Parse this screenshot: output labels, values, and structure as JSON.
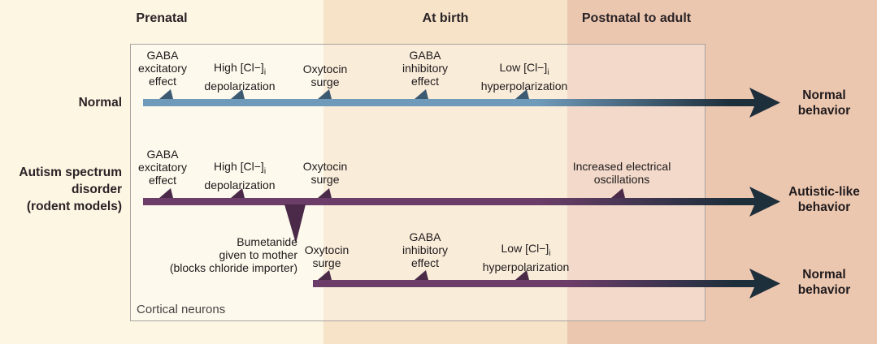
{
  "periods": {
    "prenatal": "Prenatal",
    "at_birth": "At birth",
    "postnatal": "Postnatal to adult"
  },
  "colors": {
    "prenatal_bg": "#fdf6e3",
    "birth_bg": "#f6e3c8",
    "postnatal_bg": "#ecc7b0",
    "normal_line": "#6f9ab9",
    "autism_line": "#6b3d68",
    "arrow_head": "#1e2f3c"
  },
  "box_label": "Cortical neurons",
  "rows": {
    "normal": "Normal",
    "autism_l1": "Autism spectrum",
    "autism_l2": "disorder",
    "autism_l3": "(rodent models)"
  },
  "labels": {
    "gaba_exc_1": "GABA",
    "gaba_exc_2": "excitatory",
    "gaba_exc_3": "effect",
    "high_cl": "High [Cl−]",
    "cl_sub": "i",
    "depolarization": "depolarization",
    "oxytocin": "Oxytocin",
    "surge": "surge",
    "gaba_inh_1": "GABA",
    "gaba_inh_2": "inhibitory",
    "gaba_inh_3": "effect",
    "low_cl": "Low [Cl−]",
    "hyperpolarization": "hyperpolarization",
    "increased_1": "Increased electrical",
    "increased_2": "oscillations",
    "bumetanide_1": "Bumetanide",
    "bumetanide_2": "given to mother",
    "bumetanide_3": "(blocks chloride importer)"
  },
  "outcomes": {
    "normal_1": "Normal",
    "normal_2": "behavior",
    "autistic_1": "Autistic-like",
    "autistic_2": "behavior"
  }
}
